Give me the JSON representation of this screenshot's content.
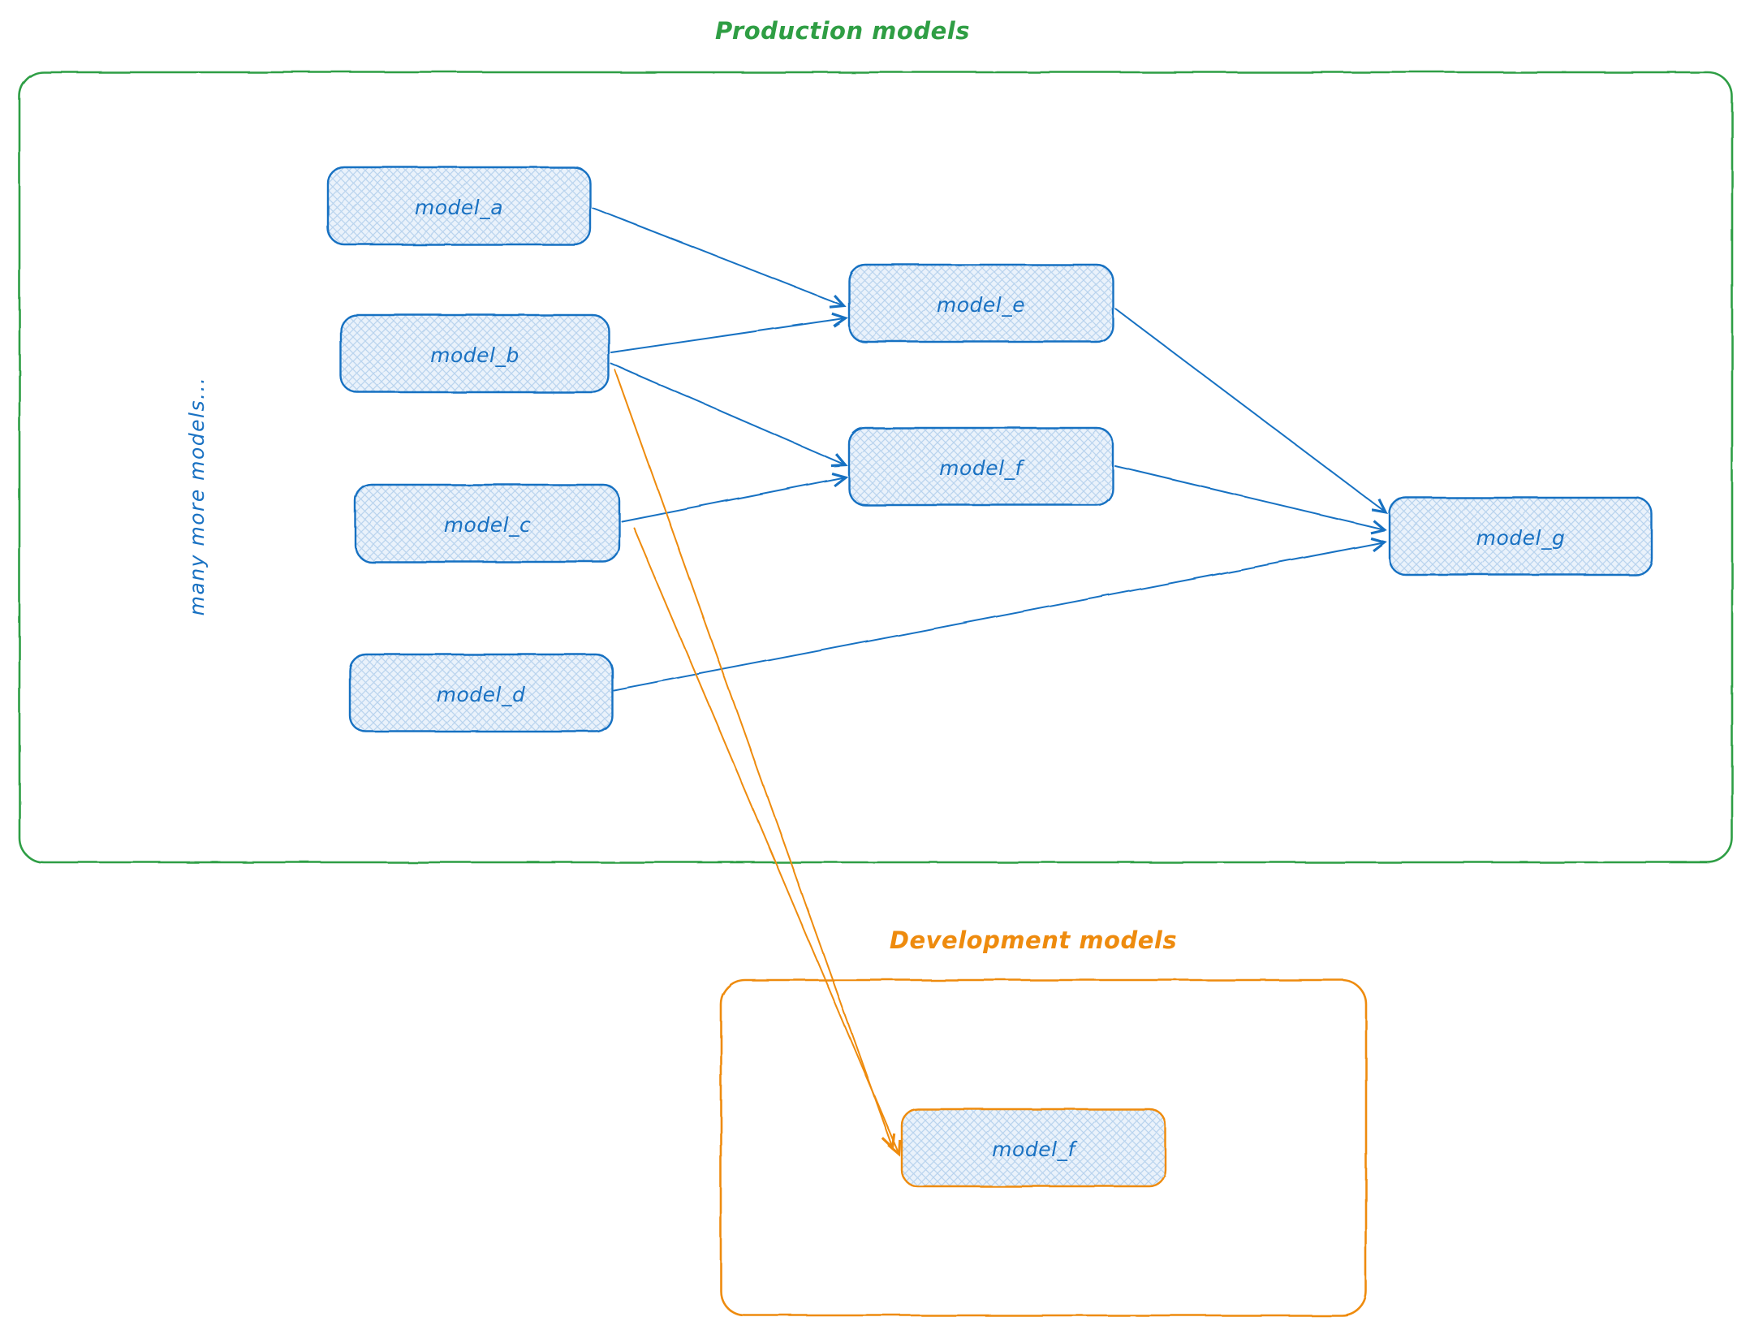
{
  "colors": {
    "blue": "#1971c2",
    "green": "#2f9e44",
    "orange": "#ee8b0e",
    "node_fill_bg": "#eaf2fb",
    "node_fill_line": "#b9d4ee"
  },
  "production": {
    "title": "Production models",
    "side_label": "many more models...",
    "nodes": [
      {
        "id": "model_a",
        "label": "model_a"
      },
      {
        "id": "model_b",
        "label": "model_b"
      },
      {
        "id": "model_c",
        "label": "model_c"
      },
      {
        "id": "model_d",
        "label": "model_d"
      },
      {
        "id": "model_e",
        "label": "model_e"
      },
      {
        "id": "model_f",
        "label": "model_f"
      },
      {
        "id": "model_g",
        "label": "model_g"
      }
    ]
  },
  "development": {
    "title": "Development models",
    "nodes": [
      {
        "id": "model_f_dev",
        "label": "model_f",
        "border": "orange"
      }
    ]
  },
  "edges": [
    {
      "from": "model_a",
      "to": "model_e",
      "color": "blue"
    },
    {
      "from": "model_b",
      "to": "model_e",
      "color": "blue"
    },
    {
      "from": "model_b",
      "to": "model_f",
      "color": "blue"
    },
    {
      "from": "model_c",
      "to": "model_f",
      "color": "blue"
    },
    {
      "from": "model_e",
      "to": "model_g",
      "color": "blue"
    },
    {
      "from": "model_f",
      "to": "model_g",
      "color": "blue"
    },
    {
      "from": "model_d",
      "to": "model_g",
      "color": "blue"
    },
    {
      "from": "model_b",
      "to": "model_f_dev",
      "color": "orange"
    },
    {
      "from": "model_c",
      "to": "model_f_dev",
      "color": "orange"
    }
  ]
}
